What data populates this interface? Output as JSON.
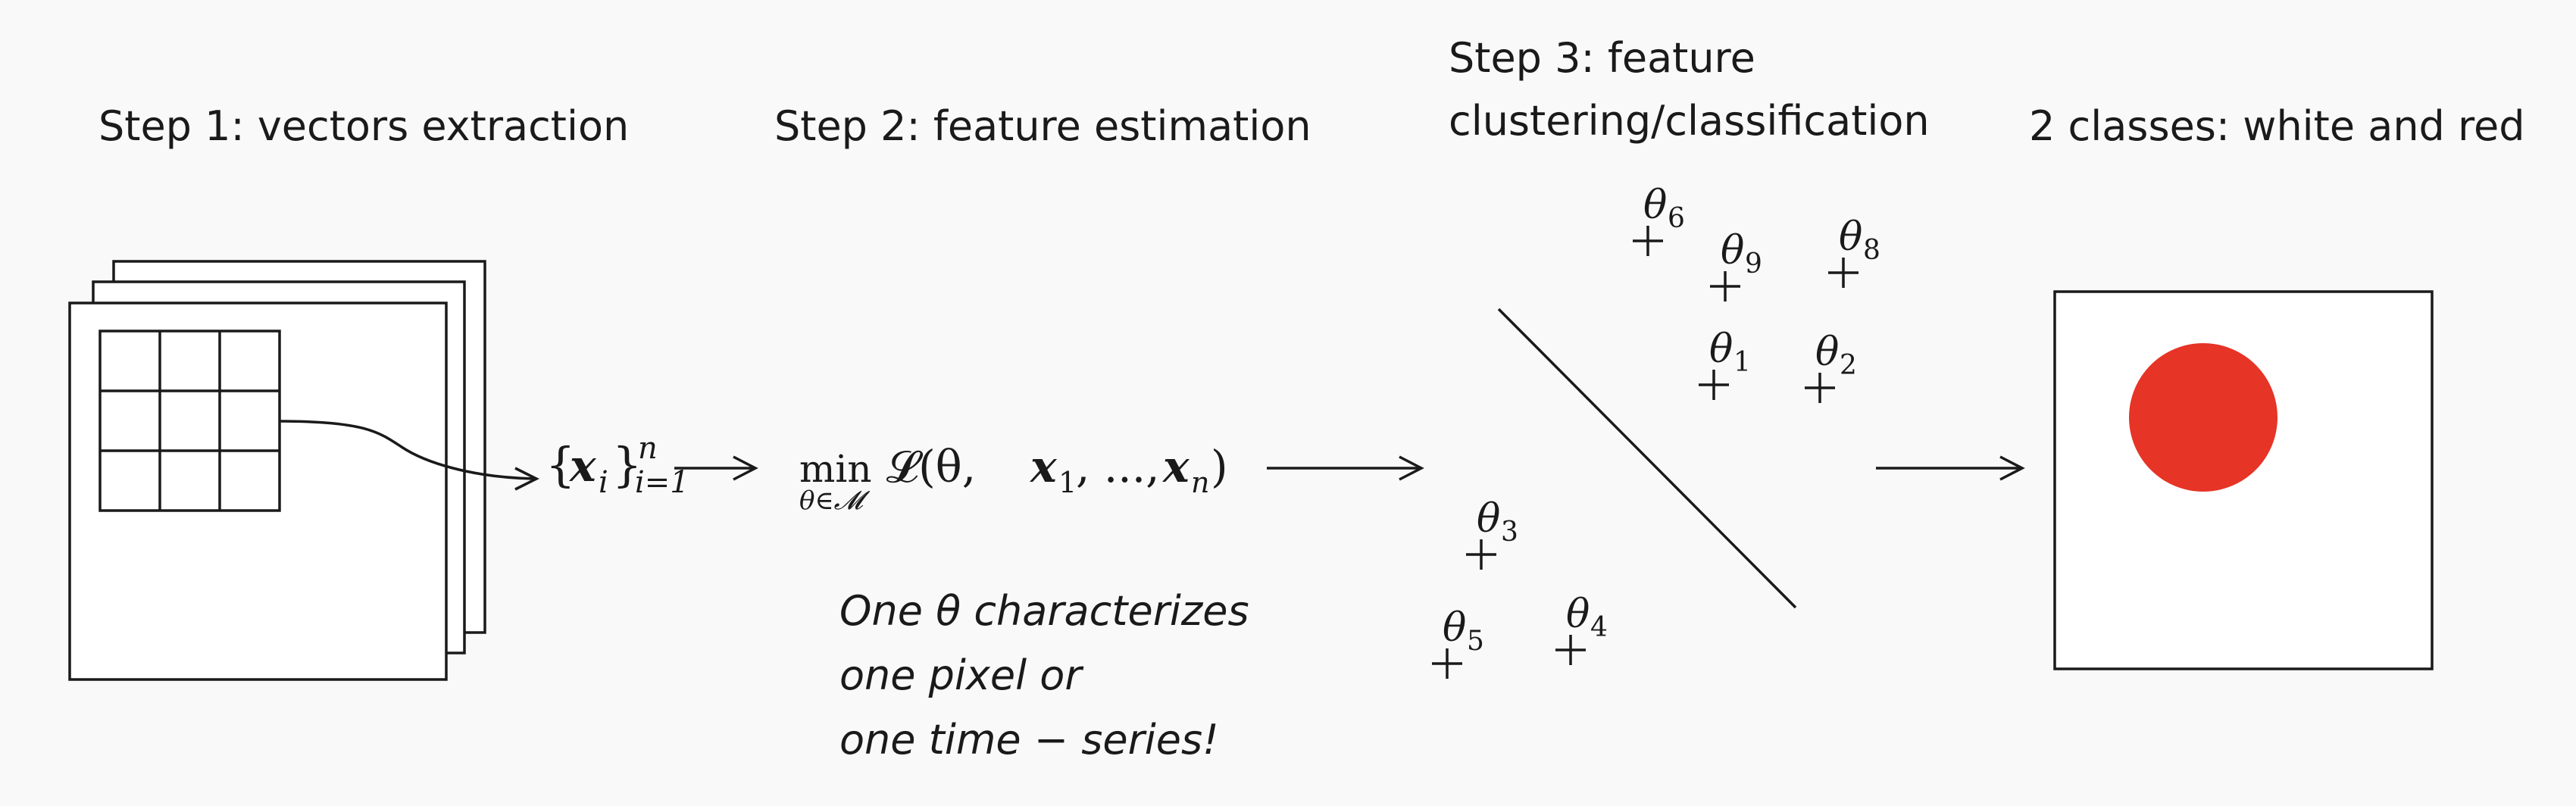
{
  "steps": {
    "step1": "Step 1: vectors extraction",
    "step2": "Step 2: feature estimation",
    "step3_line1": "Step 3: feature",
    "step3_line2": "clustering/classification",
    "step4": "2 classes: white and red"
  },
  "formulas": {
    "set_open": "{",
    "set_var": "x",
    "set_sub": "i",
    "set_close": "}",
    "set_sup": "n",
    "set_lower": "i=1",
    "min": "min",
    "min_sub": "θ∈𝓜",
    "loss": "𝓛(θ, ",
    "x1": "x",
    "x1_sub": "1",
    "mid": ", ..., ",
    "xn": "x",
    "xn_sub": "n",
    "close": ")"
  },
  "note": {
    "line1": "One θ characterizes",
    "line2": "one pixel or",
    "line3": "one time − series!"
  },
  "thetas": [
    {
      "sym": "θ",
      "sub": "6"
    },
    {
      "sym": "θ",
      "sub": "9"
    },
    {
      "sym": "θ",
      "sub": "8"
    },
    {
      "sym": "θ",
      "sub": "1"
    },
    {
      "sym": "θ",
      "sub": "2"
    },
    {
      "sym": "θ",
      "sub": "3"
    },
    {
      "sym": "θ",
      "sub": "5"
    },
    {
      "sym": "θ",
      "sub": "4"
    }
  ],
  "colors": {
    "ink": "#1a1a1a",
    "background": "#f9f9f9",
    "red_class": "#e63426"
  },
  "icons": [
    "image-stack-icon",
    "pixel-grid-icon",
    "red-disc-icon"
  ]
}
